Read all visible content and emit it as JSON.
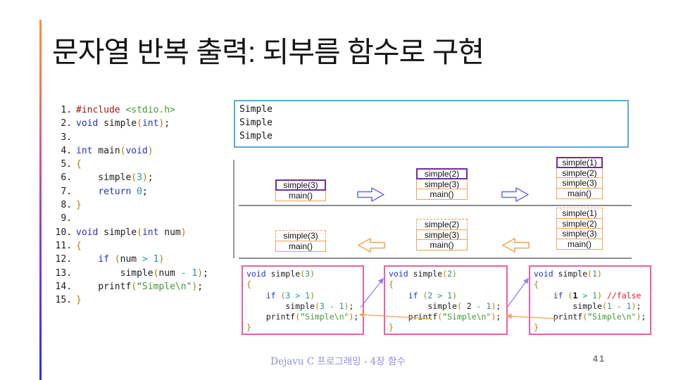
{
  "slide": {
    "title": "문자열 반복 출력: 되부름 함수로 구현",
    "footer_text": "Dejavu C 프로그래밍 - 4장 함수",
    "page_number": "41"
  },
  "colors": {
    "output_box_border": "#5fa8dc",
    "stack_frame_orange": "#f2a254",
    "stack_frame_purple": "#6b2fa0",
    "flow_arrow_blue": "#5f6fe8",
    "flow_arrow_orange": "#f2a254",
    "trace_box_border": "#ee5fa6",
    "call_arrow_purple": "#8f7fef",
    "return_arrow_orange": "#f2a254",
    "keyword_blue": "#2433c6",
    "preprocessor_red": "#a31515",
    "string_green": "#3f9b35",
    "number_teal": "#1899a0",
    "comment_red": "#e32222",
    "footer_purple": "#8e8ee2"
  },
  "output_box": {
    "lines": [
      "Simple",
      "Simple",
      "Simple"
    ]
  },
  "code_listing": {
    "lines": [
      {
        "num": "1.",
        "segs": [
          [
            "pre",
            "#include"
          ],
          [
            "txt",
            " "
          ],
          [
            "str",
            "<stdio.h>"
          ]
        ]
      },
      {
        "num": "2.",
        "segs": [
          [
            "kw",
            "void"
          ],
          [
            "txt",
            " simple"
          ],
          [
            "par",
            "("
          ],
          [
            "kw",
            "int"
          ],
          [
            "par",
            ")"
          ],
          [
            "txt",
            ";"
          ]
        ]
      },
      {
        "num": "3.",
        "segs": []
      },
      {
        "num": "4.",
        "segs": [
          [
            "kw",
            "int"
          ],
          [
            "txt",
            " main"
          ],
          [
            "par",
            "("
          ],
          [
            "kw",
            "void"
          ],
          [
            "par",
            ")"
          ]
        ]
      },
      {
        "num": "5.",
        "segs": [
          [
            "par",
            "{"
          ]
        ]
      },
      {
        "num": "6.",
        "segs": [
          [
            "txt",
            "    simple"
          ],
          [
            "par",
            "("
          ],
          [
            "num",
            "3"
          ],
          [
            "par",
            ")"
          ],
          [
            "txt",
            ";"
          ]
        ]
      },
      {
        "num": "7.",
        "segs": [
          [
            "txt",
            "    "
          ],
          [
            "kw",
            "return"
          ],
          [
            "txt",
            " "
          ],
          [
            "num",
            "0"
          ],
          [
            "txt",
            ";"
          ]
        ]
      },
      {
        "num": "8.",
        "segs": [
          [
            "par",
            "}"
          ]
        ]
      },
      {
        "num": "9.",
        "segs": []
      },
      {
        "num": "10.",
        "segs": [
          [
            "kw",
            "void"
          ],
          [
            "txt",
            " simple"
          ],
          [
            "par",
            "("
          ],
          [
            "kw",
            "int"
          ],
          [
            "txt",
            " num"
          ],
          [
            "par",
            ")"
          ]
        ]
      },
      {
        "num": "11.",
        "segs": [
          [
            "par",
            "{"
          ]
        ]
      },
      {
        "num": "12.",
        "segs": [
          [
            "txt",
            "    "
          ],
          [
            "kw",
            "if"
          ],
          [
            "txt",
            " "
          ],
          [
            "par",
            "("
          ],
          [
            "txt",
            "num "
          ],
          [
            "num",
            "> 1"
          ],
          [
            "par",
            ")"
          ]
        ]
      },
      {
        "num": "13.",
        "segs": [
          [
            "txt",
            "        simple"
          ],
          [
            "par",
            "("
          ],
          [
            "txt",
            "num "
          ],
          [
            "num",
            "- 1"
          ],
          [
            "par",
            ")"
          ],
          [
            "txt",
            ";"
          ]
        ]
      },
      {
        "num": "14.",
        "segs": [
          [
            "txt",
            "    printf"
          ],
          [
            "par",
            "("
          ],
          [
            "str",
            "“Simple\\n\""
          ],
          [
            "par",
            ")"
          ],
          [
            "txt",
            ";"
          ]
        ]
      },
      {
        "num": "15.",
        "segs": [
          [
            "par",
            "}"
          ]
        ]
      }
    ]
  },
  "stacks": {
    "top": [
      {
        "frames": [
          {
            "label": "simple(3)",
            "style": "purple"
          },
          {
            "label": "main()",
            "style": "orange"
          }
        ]
      },
      {
        "frames": [
          {
            "label": "simple(2)",
            "style": "purple"
          },
          {
            "label": "simple(3)",
            "style": "orange"
          },
          {
            "label": "main()",
            "style": "orange"
          }
        ]
      },
      {
        "frames": [
          {
            "label": "simple(1)",
            "style": "purple"
          },
          {
            "label": "simple(2)",
            "style": "orange"
          },
          {
            "label": "simple(3)",
            "style": "orange"
          },
          {
            "label": "main()",
            "style": "orange"
          }
        ]
      }
    ],
    "bottom": [
      {
        "frames": [
          {
            "label": "simple(3)",
            "style": "dashed"
          },
          {
            "label": "main()",
            "style": "orange"
          }
        ]
      },
      {
        "frames": [
          {
            "label": "simple(2)",
            "style": "dashed"
          },
          {
            "label": "simple(3)",
            "style": "orange"
          },
          {
            "label": "main()",
            "style": "orange"
          }
        ]
      },
      {
        "frames": [
          {
            "label": "simple(1)",
            "style": "dashed"
          },
          {
            "label": "simple(2)",
            "style": "orange"
          },
          {
            "label": "simple(3)",
            "style": "orange"
          },
          {
            "label": "main()",
            "style": "orange"
          }
        ]
      }
    ]
  },
  "trace_boxes": [
    {
      "lines": [
        {
          "segs": [
            [
              "kw",
              "void"
            ],
            [
              "txt",
              " simple"
            ],
            [
              "par",
              "("
            ],
            [
              "num",
              "3"
            ],
            [
              "par",
              ")"
            ]
          ]
        },
        {
          "segs": [
            [
              "par",
              "{"
            ]
          ]
        },
        {
          "segs": [
            [
              "txt",
              "    "
            ],
            [
              "kw",
              "if"
            ],
            [
              "txt",
              " "
            ],
            [
              "par",
              "("
            ],
            [
              "num",
              "3 > 1"
            ],
            [
              "par",
              ")"
            ]
          ]
        },
        {
          "segs": [
            [
              "txt",
              "        simple"
            ],
            [
              "par",
              "("
            ],
            [
              "num",
              "3 - 1"
            ],
            [
              "par",
              ")"
            ],
            [
              "txt",
              ";"
            ]
          ]
        },
        {
          "segs": [
            [
              "txt",
              "    printf"
            ],
            [
              "par",
              "("
            ],
            [
              "str",
              "“Simple\\n\""
            ],
            [
              "par",
              ")"
            ],
            [
              "txt",
              ";"
            ]
          ]
        },
        {
          "segs": [
            [
              "par",
              "}"
            ]
          ]
        }
      ]
    },
    {
      "lines": [
        {
          "segs": [
            [
              "kw",
              "void"
            ],
            [
              "txt",
              " simple"
            ],
            [
              "par",
              "("
            ],
            [
              "num",
              "2"
            ],
            [
              "par",
              ")"
            ]
          ]
        },
        {
          "segs": [
            [
              "par",
              "{"
            ]
          ]
        },
        {
          "segs": [
            [
              "txt",
              "    "
            ],
            [
              "kw",
              "if"
            ],
            [
              "txt",
              " "
            ],
            [
              "par",
              "("
            ],
            [
              "num",
              "2 > 1"
            ],
            [
              "par",
              ")"
            ]
          ]
        },
        {
          "segs": [
            [
              "txt",
              "        simple"
            ],
            [
              "par",
              "("
            ],
            [
              "txt",
              " 2 "
            ],
            [
              "num",
              "- 1"
            ],
            [
              "par",
              ")"
            ],
            [
              "txt",
              ";"
            ]
          ]
        },
        {
          "segs": [
            [
              "txt",
              "    printf"
            ],
            [
              "par",
              "("
            ],
            [
              "str",
              "“Simple\\n\""
            ],
            [
              "par",
              ")"
            ],
            [
              "txt",
              ";"
            ]
          ]
        },
        {
          "segs": [
            [
              "par",
              "}"
            ]
          ]
        }
      ]
    },
    {
      "lines": [
        {
          "segs": [
            [
              "kw",
              "void"
            ],
            [
              "txt",
              " simple"
            ],
            [
              "par",
              "("
            ],
            [
              "num",
              "1"
            ],
            [
              "par",
              ")"
            ]
          ]
        },
        {
          "segs": [
            [
              "par",
              "{"
            ]
          ]
        },
        {
          "segs": [
            [
              "txt",
              "    "
            ],
            [
              "kw",
              "if"
            ],
            [
              "txt",
              " "
            ],
            [
              "par",
              "("
            ],
            [
              "bold",
              "1"
            ],
            [
              "num",
              " > 1"
            ],
            [
              "par",
              ")"
            ],
            [
              "txt",
              " "
            ],
            [
              "cmt",
              "//false"
            ]
          ]
        },
        {
          "segs": [
            [
              "txt",
              "        simple"
            ],
            [
              "par",
              "("
            ],
            [
              "num",
              "1 - 1"
            ],
            [
              "par",
              ")"
            ],
            [
              "txt",
              ";"
            ]
          ]
        },
        {
          "segs": [
            [
              "txt",
              "    printf"
            ],
            [
              "par",
              "("
            ],
            [
              "str",
              "“Simple\\n\""
            ],
            [
              "par",
              ")"
            ],
            [
              "txt",
              ";"
            ]
          ]
        },
        {
          "segs": [
            [
              "par",
              "}"
            ]
          ]
        }
      ]
    }
  ]
}
